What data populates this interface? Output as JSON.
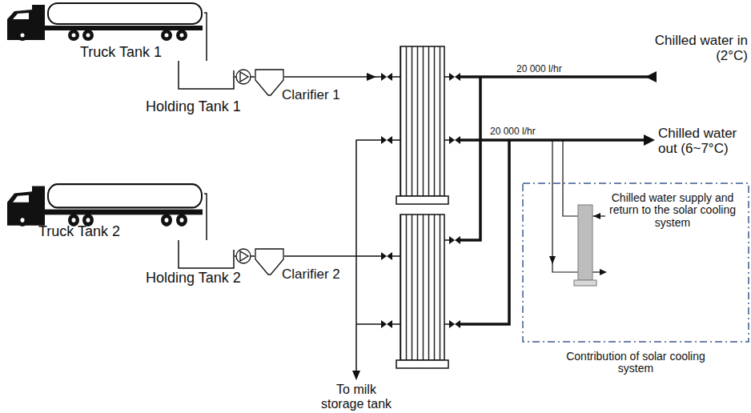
{
  "diagram": {
    "nodes": [
      {
        "text": [
          "Truck Tank 1"
        ]
      },
      {
        "text": [
          "Holding Tank 1"
        ]
      },
      {
        "text": [
          "Clarifier 1"
        ]
      },
      {
        "text": [
          "Truck Tank 2"
        ]
      },
      {
        "text": [
          "Holding Tank 2"
        ]
      },
      {
        "text": [
          "Clarifier 2"
        ]
      },
      {
        "text": [
          "Chilled water supply and return to the solar cooling system",
          "Contribution of solar cooling system"
        ]
      }
    ],
    "edges": [
      {
        "from": 0,
        "to": 1,
        "arrow": "none"
      },
      {
        "from": 1,
        "to": 2,
        "arrow": "none"
      },
      {
        "from": 3,
        "to": 4,
        "arrow": "none"
      },
      {
        "from": 4,
        "to": 5,
        "arrow": "none"
      }
    ],
    "labels": [
      "Chilled water in (2°C)",
      "Chilled water out (6~7°C)",
      "20 000 l/hr",
      "20 000 l/hr",
      "To milk storage tank"
    ]
  }
}
